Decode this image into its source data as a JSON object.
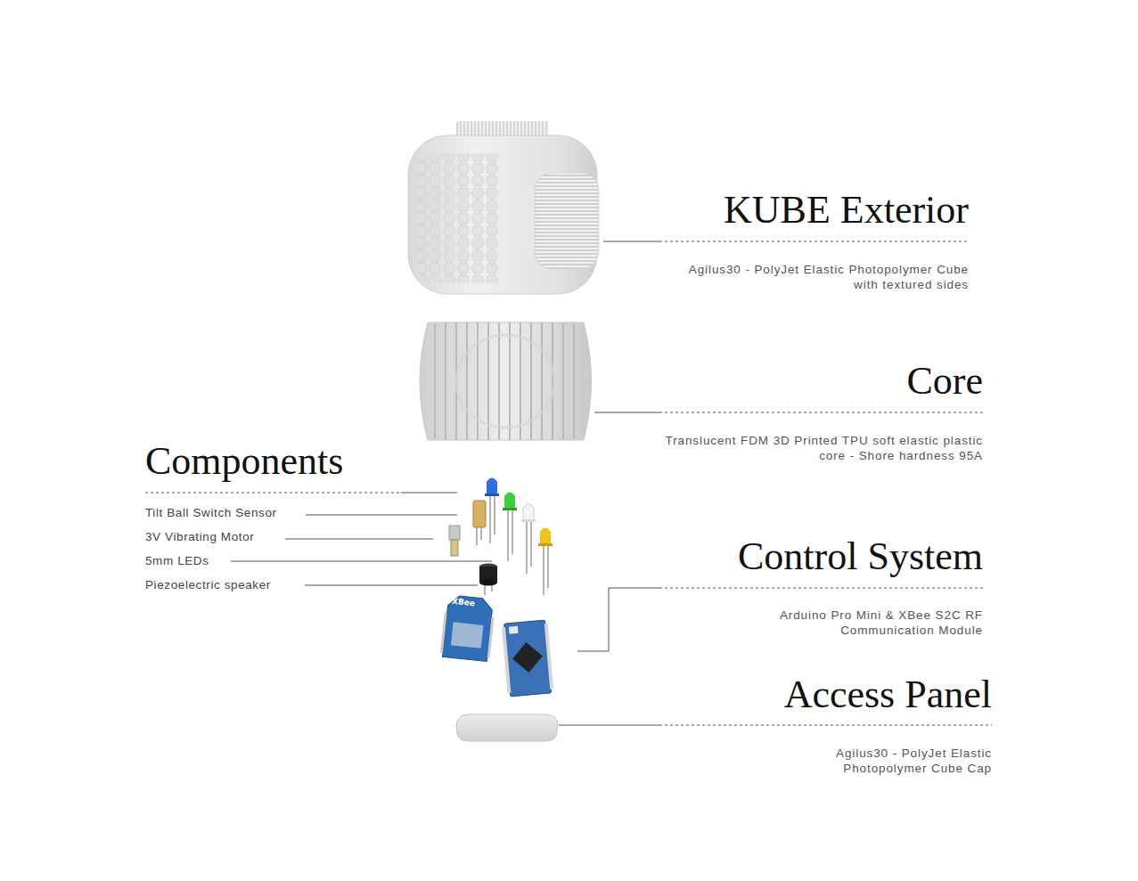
{
  "diagram": {
    "labels": [
      "KUBE Exterior",
      "Agilus30 - PolyJet Elastic Photopolymer Cube with textured sides",
      "Core",
      "Translucent FDM 3D Printed TPU soft elastic plastic core - Shore hardness 95A",
      "Components",
      "Tilt Ball Switch Sensor",
      "3V Vibrating Motor",
      "5mm LEDs",
      "Piezoelectric speaker",
      "Control System",
      "Arduino Pro Mini & XBee S2C RF Communication Module",
      "Access Panel",
      "Agilus30 - PolyJet Elastic Photopolymer Cube Cap",
      "XBee"
    ]
  }
}
